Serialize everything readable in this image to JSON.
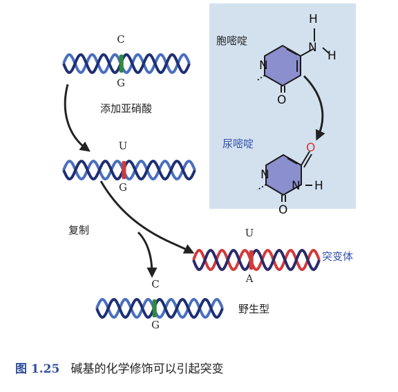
{
  "helices": [
    {
      "id": "top",
      "top_base": "C",
      "bottom_base": "G",
      "strand_colors": [
        "#1e2f73",
        "#4a6fc0"
      ],
      "marker_color": "#2f8a3a"
    },
    {
      "id": "middle",
      "top_base": "U",
      "bottom_base": "G",
      "strand_colors": [
        "#1e2f73",
        "#4a6fc0"
      ],
      "marker_color": "#d23a3a"
    },
    {
      "id": "mutant",
      "top_base": "U",
      "bottom_base": "A",
      "strand_colors": [
        "#2a2a6a",
        "#d23a3a"
      ],
      "marker_color": "#d23a3a"
    },
    {
      "id": "wildtype",
      "top_base": "C",
      "bottom_base": "G",
      "strand_colors": [
        "#1e2f73",
        "#4a6fc0"
      ],
      "marker_color": "#2f8a3a"
    }
  ],
  "labels": {
    "add_nitrous_acid": "添加亚硝酸",
    "replication": "复制",
    "mutant": "突变体",
    "wild_type": "野生型"
  },
  "molecules": {
    "cytosine_name": "胞嘧啶",
    "uracil_name": "尿嘧啶",
    "atoms": {
      "N": "N",
      "H": "H",
      "O": "O"
    }
  },
  "caption": {
    "number": "图 1.25",
    "text": "碱基的化学修饰可以引起突变"
  },
  "colors": {
    "panel": "#d3e1ef",
    "ring_fill": "#8b8fce",
    "accent_blue": "#3350a8",
    "oxygen_red": "#d23a3a"
  }
}
